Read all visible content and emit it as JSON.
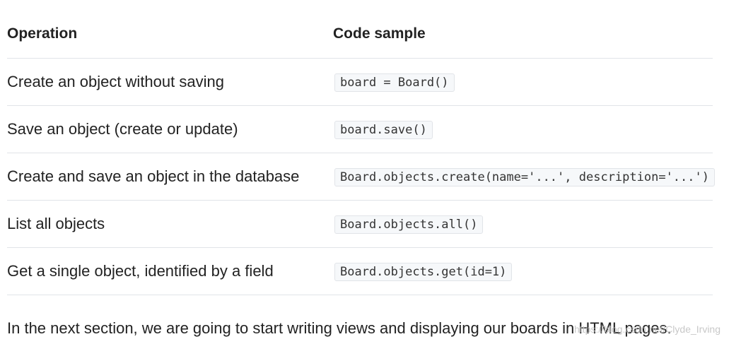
{
  "table": {
    "headers": {
      "operation": "Operation",
      "code_sample": "Code sample"
    },
    "rows": [
      {
        "operation": "Create an object without saving",
        "code": "board = Board()"
      },
      {
        "operation": "Save an object (create or update)",
        "code": "board.save()"
      },
      {
        "operation": "Create and save an object in the database",
        "code": "Board.objects.create(name='...', description='...')"
      },
      {
        "operation": "List all objects",
        "code": "Board.objects.all()"
      },
      {
        "operation": "Get a single object, identified by a field",
        "code": "Board.objects.get(id=1)"
      }
    ]
  },
  "followup": "In the next section, we are going to start writing views and displaying our boards in HTML pages.",
  "watermark": "https://blog.csdn.net/Clyde_Irving"
}
